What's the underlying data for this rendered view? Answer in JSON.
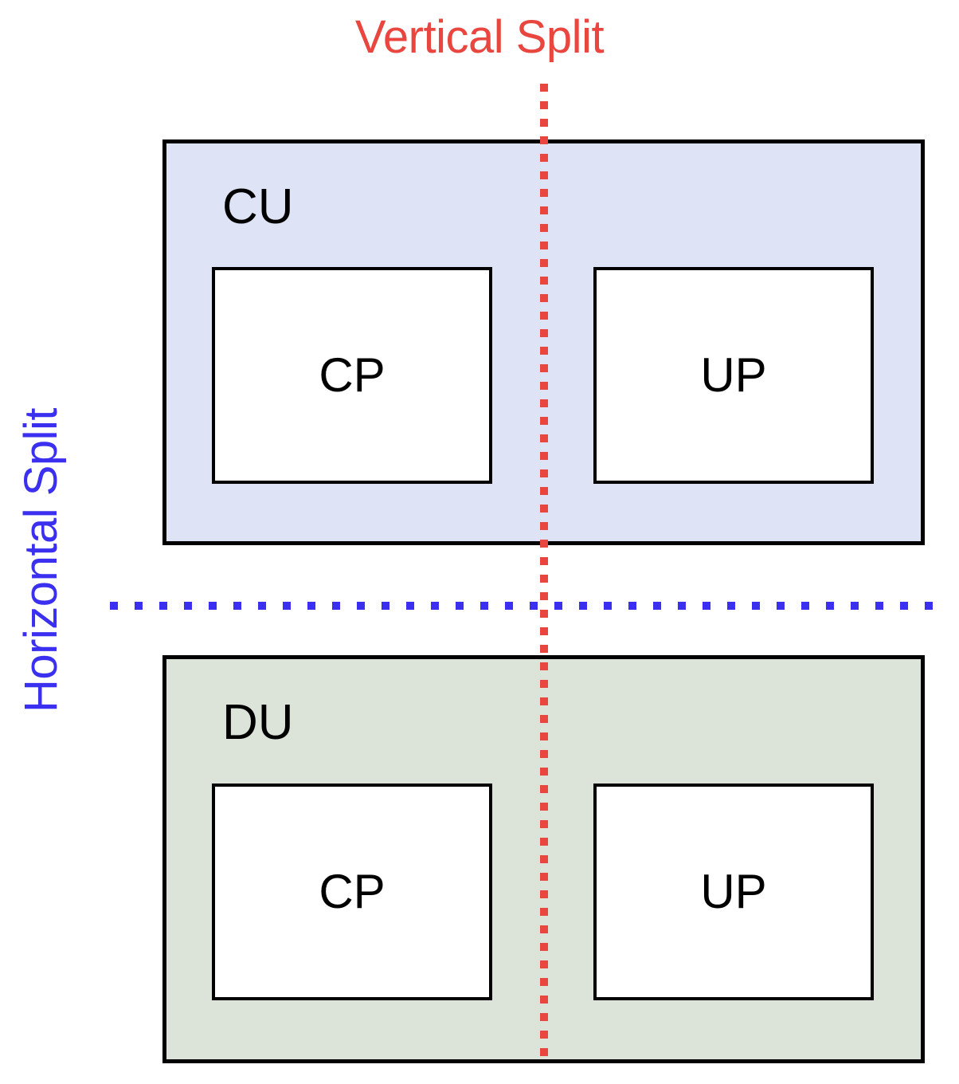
{
  "diagram": {
    "title_vertical": "Vertical Split",
    "title_horizontal": "Horizontal Split",
    "colors": {
      "vertical_split": "#e8463f",
      "horizontal_split": "#3b30ef",
      "cu_fill": "#dee3f5",
      "du_fill": "#dce4d9",
      "proc_fill": "#ffffff",
      "stroke": "#000000"
    },
    "units": [
      {
        "id": "cu",
        "label": "CU",
        "fill": "#dee3f5",
        "processors": [
          {
            "id": "cu-cp",
            "label": "CP"
          },
          {
            "id": "cu-up",
            "label": "UP"
          }
        ]
      },
      {
        "id": "du",
        "label": "DU",
        "fill": "#dce4d9",
        "processors": [
          {
            "id": "du-cp",
            "label": "CP"
          },
          {
            "id": "du-up",
            "label": "UP"
          }
        ]
      }
    ],
    "split_lines": [
      {
        "id": "vertical-split-line",
        "orientation": "vertical",
        "style": "dotted",
        "color": "#e8463f"
      },
      {
        "id": "horizontal-split-line",
        "orientation": "horizontal",
        "style": "dotted",
        "color": "#3b30ef"
      }
    ]
  }
}
